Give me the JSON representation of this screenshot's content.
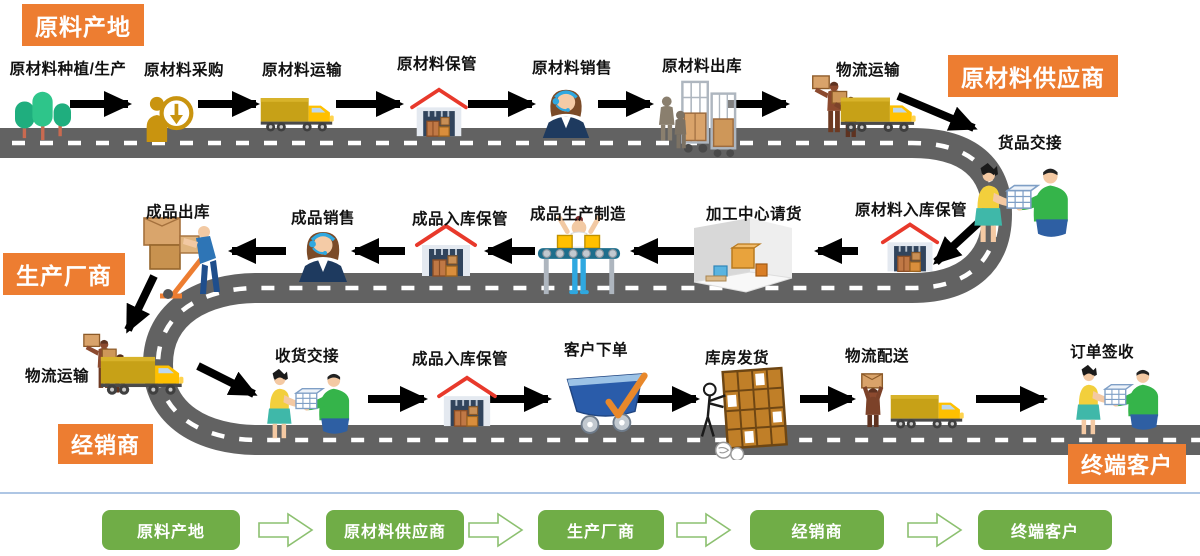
{
  "regions": {
    "origin": {
      "label": "原料产地"
    },
    "supplier": {
      "label": "原材料供应商"
    },
    "manufacturer": {
      "label": "生产厂商"
    },
    "distributor": {
      "label": "经销商"
    },
    "end_customer": {
      "label": "终端客户"
    }
  },
  "flow": {
    "top": [
      {
        "label": "原材料种植/生产",
        "icon": "trees"
      },
      {
        "label": "原材料采购",
        "icon": "buyer-clock"
      },
      {
        "label": "原材料运输",
        "icon": "truck"
      },
      {
        "label": "原材料保管",
        "icon": "warehouse"
      },
      {
        "label": "原材料销售",
        "icon": "sales-agent"
      },
      {
        "label": "原材料出库",
        "icon": "cage-carts"
      },
      {
        "label": "物流运输",
        "icon": "loaders-truck"
      }
    ],
    "handoff_right": {
      "label": "货品交接",
      "icon": "handover"
    },
    "middle": [
      {
        "label": "原材料入库保管",
        "icon": "warehouse"
      },
      {
        "label": "加工中心请货",
        "icon": "processing-center"
      },
      {
        "label": "成品生产制造",
        "icon": "conveyor-worker"
      },
      {
        "label": "成品入库保管",
        "icon": "warehouse"
      },
      {
        "label": "成品销售",
        "icon": "sales-agent"
      },
      {
        "label": "成品出库",
        "icon": "handtruck-worker"
      }
    ],
    "logistics_left": {
      "label": "物流运输",
      "icon": "loaders-truck"
    },
    "bottom": [
      {
        "label": "收货交接",
        "icon": "handover"
      },
      {
        "label": "成品入库保管",
        "icon": "warehouse"
      },
      {
        "label": "客户下单",
        "icon": "order-cart"
      },
      {
        "label": "库房发货",
        "icon": "shelf-dispatch"
      },
      {
        "label": "物流配送",
        "icon": "courier-truck"
      },
      {
        "label": "订单签收",
        "icon": "handover"
      }
    ]
  },
  "summary_bar": {
    "steps": [
      "原料产地",
      "原材料供应商",
      "生产厂商",
      "经销商",
      "终端客户"
    ]
  },
  "colors": {
    "region_label_bg": "#ED7D31",
    "road_gray": "#626262",
    "road_dash": "#FFFFFF",
    "arrow_black": "#000000",
    "summary_green": "#70AD47",
    "summary_arrow_outline": "#8CC070",
    "separator_blue": "#AEC6E4"
  }
}
